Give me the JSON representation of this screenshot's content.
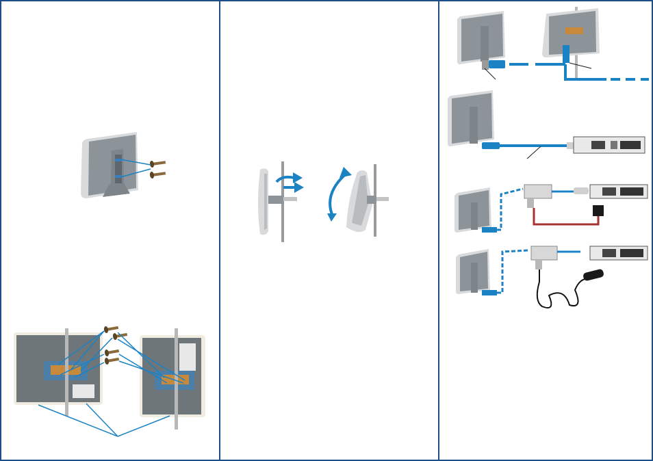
{
  "page": {
    "accent_color": "#1a4f8a",
    "cable_color": "#1b82c4",
    "power_cable_color": "#a83232",
    "antenna_face_color": "#8c9399",
    "antenna_edge_color": "#d8dadc"
  },
  "panels": [
    {
      "figures": [
        "antenna-stand-screws",
        "antenna-mast-mount-screws"
      ]
    },
    {
      "figures": [
        "antenna-mast-rotate-tilt"
      ]
    },
    {
      "figures": [
        "antenna-cable-extension",
        "antenna-to-receiver",
        "antenna-power-adapter",
        "antenna-car-adapter"
      ]
    }
  ]
}
